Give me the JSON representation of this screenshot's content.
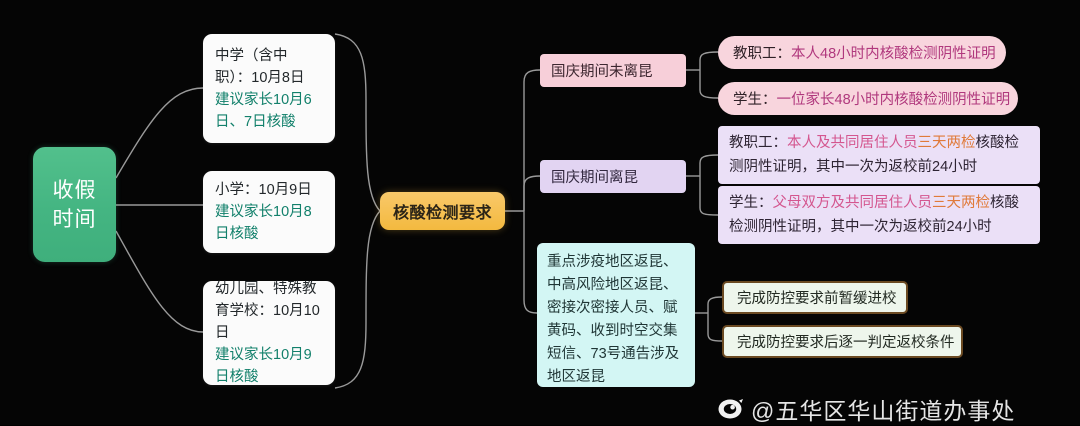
{
  "diagram": {
    "type": "mind-map",
    "background_color": "#050505",
    "root": {
      "line1": "收假",
      "line2": "时间",
      "color": "#44b582"
    },
    "schedule_branches": [
      {
        "id": "middle-school",
        "main": "中学（含中职）：10月8日",
        "hint": "建议家长10月6日、7日核酸",
        "box_color": "#fbfbfb",
        "hint_color": "#12806b"
      },
      {
        "id": "primary-school",
        "main": "小学：10月9日",
        "hint": "建议家长10月8日核酸",
        "box_color": "#fbfbfb",
        "hint_color": "#12806b"
      },
      {
        "id": "kindergarten",
        "main": "幼儿园、特殊教育学校：10月10日",
        "hint": "建议家长10月9日核酸",
        "box_color": "#fbfbfb",
        "hint_color": "#12806b"
      }
    ],
    "center": {
      "label": "核酸检测要求",
      "color": "#f3b93f"
    },
    "categories": [
      {
        "id": "not-left-kunming",
        "label": "国庆期间未离昆",
        "color": "#f7cfd9"
      },
      {
        "id": "left-kunming",
        "label": "国庆期间离昆",
        "color": "#e2d4f2"
      },
      {
        "id": "risk-area-return",
        "label": "重点涉疫地区返昆、中高风险地区返昆、密接次密接人员、赋黄码、收到时空交集短信、73号通告涉及地区返昆",
        "color": "#d3f6f4"
      }
    ],
    "leaves_not_left": [
      {
        "id": "staff-48h",
        "who": "教职工：",
        "requirement": "本人48小时内核酸检测阴性证明",
        "color": "#f8d5dd",
        "requirement_color": "#b0387d"
      },
      {
        "id": "student-48h",
        "who": "学生：",
        "requirement": "一位家长48小时内核酸检测阴性证明",
        "color": "#f8d5dd",
        "requirement_color": "#b0387d"
      }
    ],
    "leaves_left": [
      {
        "id": "staff-3days2tests",
        "who": "教职工：",
        "part1": "本人及共同居住人员",
        "highlight": "三天两检",
        "part2": "核酸检测阴性证明，其中一次为返校前24小时",
        "color": "#ebe0f7",
        "highlight_color": "#e07a3a"
      },
      {
        "id": "student-3days2tests",
        "who": "学生：",
        "part1": "父母双方及共同居住人员",
        "highlight": "三天两检",
        "part2": "核酸检测阴性证明，其中一次为返校前24小时",
        "color": "#ebe0f7",
        "highlight_color": "#e07a3a",
        "part1_color": "#d4568f"
      }
    ],
    "leaves_risk": [
      {
        "id": "defer-entry",
        "label": "完成防控要求前暂缓进校",
        "color": "#eef6ec",
        "border_color": "#6b4a22"
      },
      {
        "id": "judge-conditions",
        "label": "完成防控要求后逐一判定返校条件",
        "color": "#eef6ec",
        "border_color": "#6b4a22"
      }
    ],
    "watermark": {
      "handle": "@五华区华山街道办事处",
      "icon": "weibo-logo-icon"
    }
  }
}
